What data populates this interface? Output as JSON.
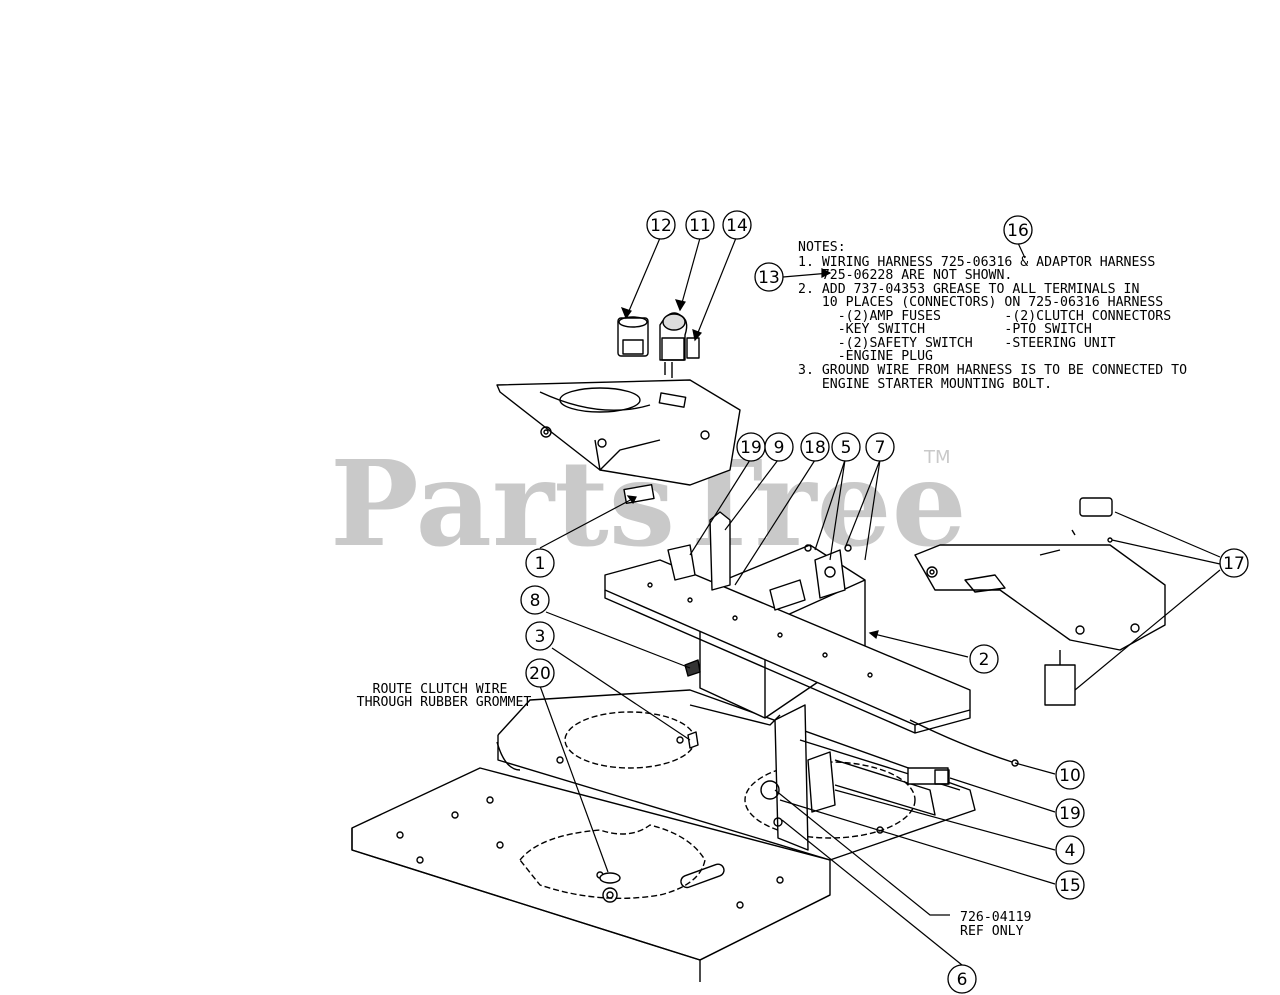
{
  "watermark": {
    "text": "PartsTree",
    "tm": "TM"
  },
  "notes": {
    "heading": "NOTES:",
    "lines": [
      "1. WIRING HARNESS 725-06316 & ADAPTOR HARNESS",
      "   725-06228 ARE NOT SHOWN.",
      "2. ADD 737-04353 GREASE TO ALL TERMINALS IN",
      "   10 PLACES (CONNECTORS) ON 725-06316 HARNESS",
      "     -(2)AMP FUSES        -(2)CLUTCH CONNECTORS",
      "     -KEY SWITCH          -PTO SWITCH",
      "     -(2)SAFETY SWITCH    -STEERING UNIT",
      "     -ENGINE PLUG",
      "3. GROUND WIRE FROM HARNESS IS TO BE CONNECTED TO",
      "   ENGINE STARTER MOUNTING BOLT."
    ]
  },
  "labels": {
    "route_line1": "ROUTE CLUTCH WIRE",
    "route_line2": "THROUGH RUBBER GROMMET",
    "ref_line1": "726-04119",
    "ref_line2": "REF ONLY"
  },
  "callouts": [
    {
      "id": "c12",
      "number": "12"
    },
    {
      "id": "c11",
      "number": "11"
    },
    {
      "id": "c14",
      "number": "14"
    },
    {
      "id": "c16",
      "number": "16"
    },
    {
      "id": "c13",
      "number": "13"
    },
    {
      "id": "c19a",
      "number": "19"
    },
    {
      "id": "c9",
      "number": "9"
    },
    {
      "id": "c18",
      "number": "18"
    },
    {
      "id": "c5",
      "number": "5"
    },
    {
      "id": "c7",
      "number": "7"
    },
    {
      "id": "c1",
      "number": "1"
    },
    {
      "id": "c17",
      "number": "17"
    },
    {
      "id": "c8",
      "number": "8"
    },
    {
      "id": "c2",
      "number": "2"
    },
    {
      "id": "c3",
      "number": "3"
    },
    {
      "id": "c20",
      "number": "20"
    },
    {
      "id": "c10",
      "number": "10"
    },
    {
      "id": "c19b",
      "number": "19"
    },
    {
      "id": "c4",
      "number": "4"
    },
    {
      "id": "c15",
      "number": "15"
    },
    {
      "id": "c6",
      "number": "6"
    }
  ]
}
